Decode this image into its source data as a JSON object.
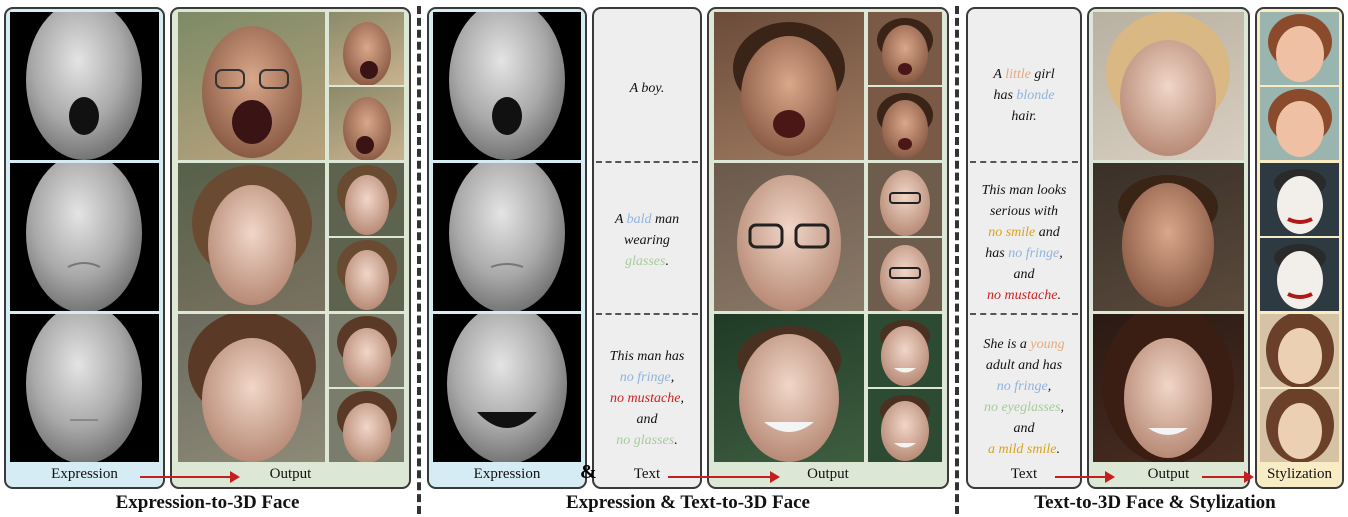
{
  "sections": {
    "left_title": "Expression-to-3D Face",
    "middle_title": "Expression & Text-to-3D Face",
    "right_title": "Text-to-3D Face & Stylization"
  },
  "labels": {
    "expression_1": "Expression",
    "output_1": "Output",
    "expression_2": "Expression",
    "ampersand": "&",
    "text_2": "Text",
    "output_2": "Output",
    "text_3": "Text",
    "output_3": "Output",
    "stylization": "Stylization"
  },
  "middle_texts": {
    "t1": "A boy.",
    "t2_a": "A ",
    "t2_b": "bald",
    "t2_c": " man",
    "t2_d": "wearing",
    "t2_e": "glasses",
    "t2_f": ".",
    "t3_a": "This man has",
    "t3_b": "no fringe",
    "t3_c": ",",
    "t3_d": "no mustache",
    "t3_e": ",",
    "t3_f": "and",
    "t3_g": "no glasses",
    "t3_h": "."
  },
  "right_texts": {
    "r1_a": "A ",
    "r1_b": "little",
    "r1_c": " girl",
    "r1_d": "has ",
    "r1_e": "blonde",
    "r1_f": "hair.",
    "r2_a": "This man looks",
    "r2_b": "serious with",
    "r2_c": "no smile",
    "r2_d": " and",
    "r2_e": "has ",
    "r2_f": "no fringe",
    "r2_g": ",",
    "r2_h": "and",
    "r2_i": "no mustache",
    "r2_j": ".",
    "r3_a": "She is a ",
    "r3_b": "young",
    "r3_c": "adult and has",
    "r3_d": "no fringe",
    "r3_e": ",",
    "r3_f": "no  eyeglasses",
    "r3_g": ",",
    "r3_h": "and",
    "r3_i": "a mild smile",
    "r3_j": "."
  },
  "colors": {
    "expression_panel": "#d6ecf4",
    "output_panel": "#dce8d5",
    "text_panel": "#eeeeee",
    "stylization_panel": "#f8ecc5",
    "arrow": "#c41e1e"
  }
}
